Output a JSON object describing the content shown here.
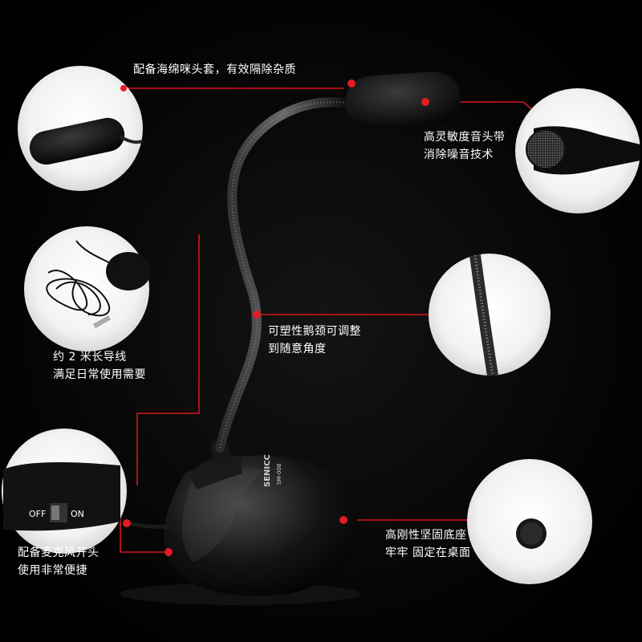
{
  "callouts": {
    "foam_cover": {
      "line1": "配备海绵咪头套，有效隔除杂质"
    },
    "sensitive_head": {
      "line1": "高灵敏度音头带",
      "line2": "消除噪音技术"
    },
    "cable": {
      "line1": "约 2 米长导线",
      "line2": "满足日常使用需要"
    },
    "gooseneck": {
      "line1": "可塑性鹅颈可调整",
      "line2": "到随意角度"
    },
    "switch": {
      "line1": "配备麦克风开头",
      "line2": "使用非常便捷"
    },
    "base": {
      "line1": "高刚性坚固底座",
      "line2": "牢牢 固定在桌面"
    }
  },
  "product": {
    "brand": "SENICC",
    "model": "SM-008"
  },
  "switch_panel": {
    "off": "OFF",
    "on": "ON"
  },
  "colors": {
    "background": "#000000",
    "callout_line": "#d8141c",
    "callout_dot": "#e31b23",
    "text": "#ffffff"
  }
}
